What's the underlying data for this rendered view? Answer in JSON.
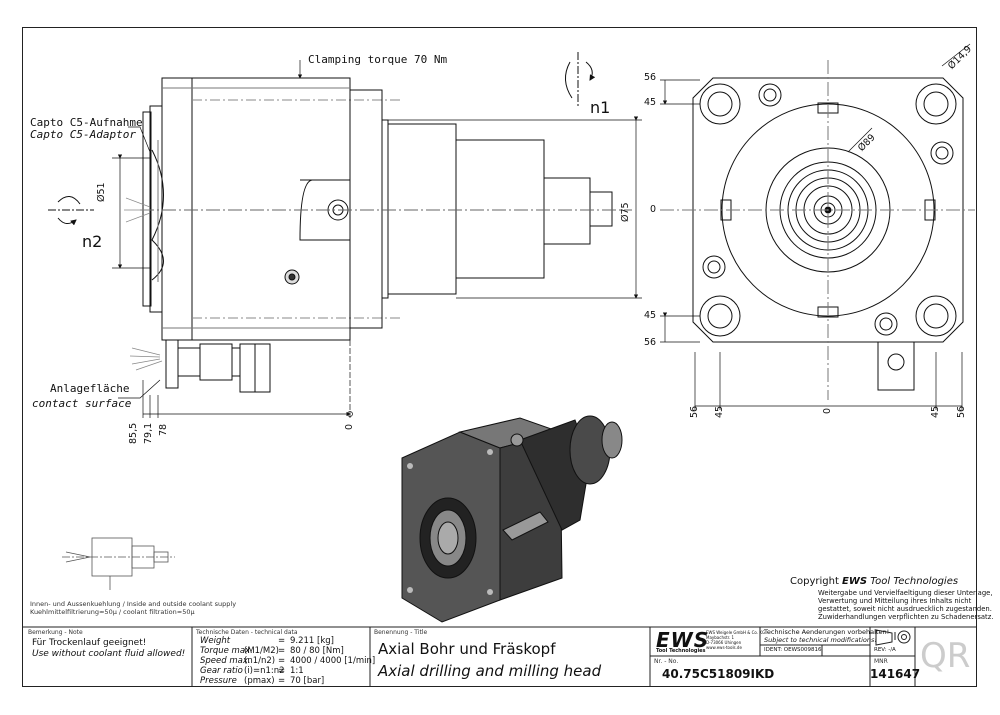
{
  "annotations": {
    "clamping": "Clamping torque 70 Nm",
    "capto_de": "Capto C5-Aufnahme",
    "capto_en": "Capto C5-Adaptor",
    "anlage_de": "Anlagefläche",
    "anlage_en": "contact surface",
    "n1": "n1",
    "n2": "n2",
    "d51": "Ø51",
    "d75": "Ø75",
    "d89": "Ø89",
    "d14_9": "Ø14,9"
  },
  "side_dims": [
    "85,5",
    "79,1",
    "78",
    "0"
  ],
  "front_dims": {
    "left": [
      "56",
      "45",
      "0",
      "45",
      "56"
    ],
    "bottom": [
      "56",
      "45",
      "0",
      "45",
      "56"
    ]
  },
  "coolant_note": [
    "Innen- und Aussenkuehlung / Inside and outside coolant supply",
    "Kuehlmittelfiltrierung≈50µ / coolant filtration≈50µ"
  ],
  "copyright": {
    "line1_prefix": "Copyright ",
    "line1_brand": "EWS",
    "line1_suffix": " Tool Technologies",
    "lines": [
      "Weitergabe und Vervielfaeltigung dieser Unterlage,",
      "Verwertung und Mitteilung ihres Inhalts nicht",
      "gestattet, soweit nicht ausdruecklich zugestanden.",
      "Zuwiderhandlungen verpflichten zu Schadenersatz."
    ]
  },
  "titleblock": {
    "note_header": "Bemerkung - Note",
    "note_de": "Für Trockenlauf geeignet!",
    "note_en": "Use without coolant fluid allowed!",
    "tech_header": "Technische Daten - technical data",
    "tech_rows": [
      {
        "label": "Weight",
        "sym": "",
        "eq": "=",
        "value": "9.211 [kg]"
      },
      {
        "label": "Torque max.",
        "sym": "(M1/M2)",
        "eq": "=",
        "value": "80 / 80 [Nm]"
      },
      {
        "label": "Speed max.",
        "sym": "(n1/n2)",
        "eq": "=",
        "value": "4000 / 4000 [1/min]"
      },
      {
        "label": "Gear ratio",
        "sym": "(i)=n1:n2",
        "eq": "=",
        "value": "1:1"
      },
      {
        "label": "Pressure",
        "sym": "(pmax)",
        "eq": "=",
        "value": "70 [bar]"
      }
    ],
    "name_header": "Benennung - Title",
    "title_de": "Axial Bohr und Fräskopf",
    "title_en": "Axial drilling and milling head",
    "logo": "EWS",
    "logo_sub": "Tool Technologies",
    "company": [
      "EWS Weigele GmbH & Co. KG",
      "Maybachstr. 1",
      "D-73066 Uhingen",
      "www.ews-tools.de"
    ],
    "changes_de": "Technische Aenderungen vorbehalten!",
    "changes_en": "Subject to technical modifications!",
    "ident": "IDENT: OEWS009816",
    "rev": "REV: -/A",
    "nr_label": "Nr. - No.",
    "part_no": "40.75C51809IKD",
    "mnr_label": "MNR",
    "mnr": "141647",
    "qr": "QR"
  }
}
